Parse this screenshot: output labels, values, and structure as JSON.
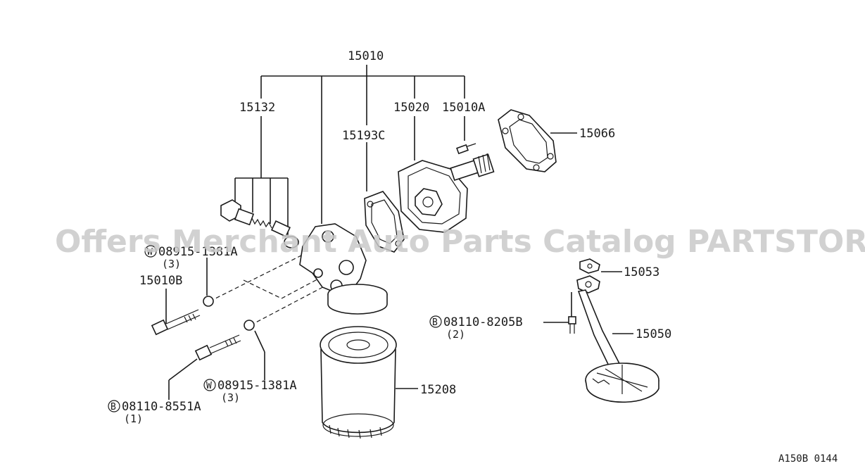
{
  "watermark": "Offers Merchant Auto Parts Catalog PARTSTORE.SA",
  "diagram_ref": "A150B 0144",
  "callouts": {
    "p15010": "15010",
    "p15132": "15132",
    "p15193C": "15193C",
    "p15020": "15020",
    "p15010A": "15010A",
    "p15066": "15066",
    "p15053": "15053",
    "p15050": "15050",
    "p15208": "15208",
    "p15010B": "15010B"
  },
  "fasteners": {
    "w_upper": {
      "prefix": "W",
      "number": "08915-1381A",
      "qty": "(3)"
    },
    "w_lower": {
      "prefix": "W",
      "number": "08915-1381A",
      "qty": "(3)"
    },
    "b_left": {
      "prefix": "B",
      "number": "08110-8551A",
      "qty": "(1)"
    },
    "b_right": {
      "prefix": "B",
      "number": "08110-8205B",
      "qty": "(2)"
    }
  }
}
